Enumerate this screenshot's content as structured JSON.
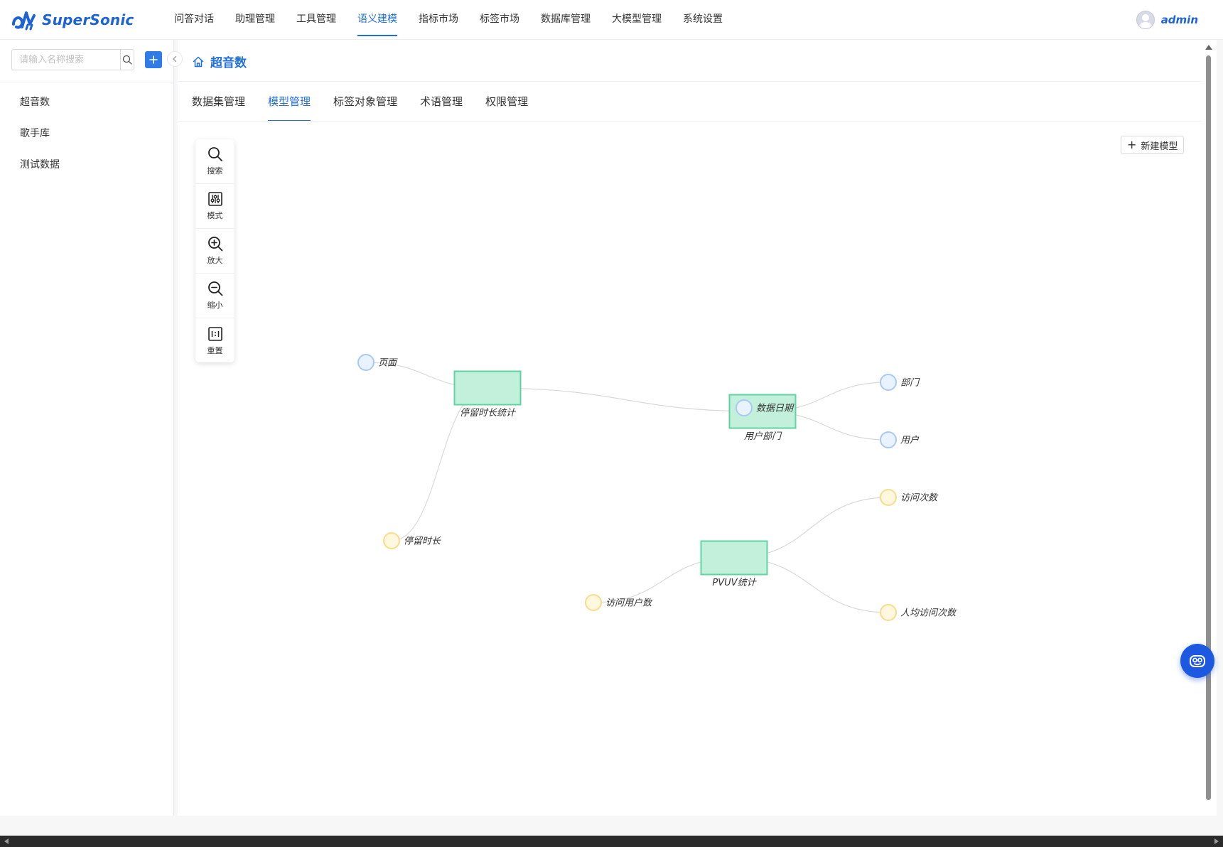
{
  "app": {
    "name": "SuperSonic"
  },
  "nav": {
    "items": [
      {
        "label": "问答对话",
        "active": false
      },
      {
        "label": "助理管理",
        "active": false
      },
      {
        "label": "工具管理",
        "active": false
      },
      {
        "label": "语义建模",
        "active": true
      },
      {
        "label": "指标市场",
        "active": false
      },
      {
        "label": "标签市场",
        "active": false
      },
      {
        "label": "数据库管理",
        "active": false
      },
      {
        "label": "大模型管理",
        "active": false
      },
      {
        "label": "系统设置",
        "active": false
      }
    ]
  },
  "user": {
    "name": "admin"
  },
  "sidebar": {
    "search_placeholder": "请输入名称搜索",
    "items": [
      {
        "label": "超音数"
      },
      {
        "label": "歌手库"
      },
      {
        "label": "测试数据"
      }
    ]
  },
  "breadcrumb": {
    "title": "超音数"
  },
  "tabs": [
    {
      "label": "数据集管理",
      "active": false
    },
    {
      "label": "模型管理",
      "active": true
    },
    {
      "label": "标签对象管理",
      "active": false
    },
    {
      "label": "术语管理",
      "active": false
    },
    {
      "label": "权限管理",
      "active": false
    }
  ],
  "toolbar": {
    "search": "搜索",
    "mode": "模式",
    "zoom_in": "放大",
    "zoom_out": "缩小",
    "reset": "重置"
  },
  "actions": {
    "new_model": "新建模型"
  },
  "colors": {
    "accent": "#1f6fdc",
    "model_fill": "#c2f0da",
    "model_stroke": "#5fd3a1",
    "dimension_fill": "#e9f2ff",
    "dimension_stroke": "#a9c9f5",
    "metric_fill": "#fff7de",
    "metric_stroke": "#f7dc8a"
  },
  "graph": {
    "models": [
      {
        "id": "m1",
        "label": "停留时长统计"
      },
      {
        "id": "m2",
        "label": "用户部门"
      },
      {
        "id": "m3",
        "label": "PVUV统计"
      }
    ],
    "dimensions": [
      {
        "id": "d1",
        "label": "页面"
      },
      {
        "id": "d2",
        "label": "数据日期"
      },
      {
        "id": "d3",
        "label": "部门"
      },
      {
        "id": "d4",
        "label": "用户"
      }
    ],
    "metrics": [
      {
        "id": "k1",
        "label": "停留时长"
      },
      {
        "id": "k2",
        "label": "访问次数"
      },
      {
        "id": "k3",
        "label": "访问用户数"
      },
      {
        "id": "k4",
        "label": "人均访问次数"
      }
    ]
  }
}
